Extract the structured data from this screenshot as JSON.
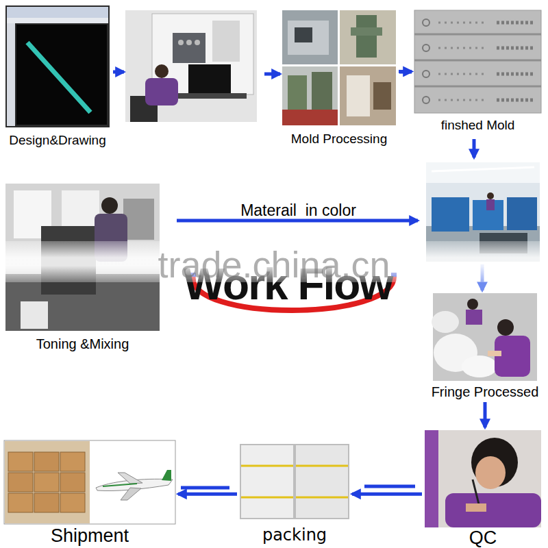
{
  "diagram": {
    "title": "Work Flow",
    "nodes": [
      {
        "text": [
          "Design&Drawing"
        ]
      },
      {
        "text": [
          "Mold Processing"
        ]
      },
      {
        "text": [
          "finshed Mold"
        ]
      },
      {
        "text": [
          "Toning &Mixing"
        ]
      },
      {
        "text": [
          "Fringe Processed"
        ]
      },
      {
        "text": [
          "QC"
        ]
      },
      {
        "text": [
          "packing"
        ]
      },
      {
        "text": [
          "Shipment"
        ]
      }
    ],
    "edges": [
      {
        "from": 1,
        "to": 2,
        "arrow": "to"
      },
      {
        "from": 4,
        "to": 5,
        "arrow": "to"
      },
      {
        "from": 5,
        "to": 6,
        "arrow": "to"
      },
      {
        "from": 6,
        "to": 7,
        "arrow": "to"
      }
    ],
    "labels": [
      "Materail  in color",
      "trade.china.cn"
    ]
  }
}
